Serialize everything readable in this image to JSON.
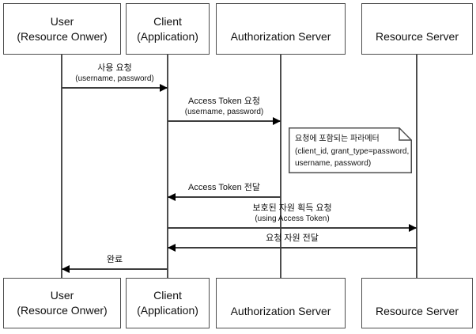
{
  "actors": [
    {
      "name": "User",
      "subtitle": "(Resource Onwer)"
    },
    {
      "name": "Client",
      "subtitle": "(Application)"
    },
    {
      "name": "Authorization Server",
      "subtitle": ""
    },
    {
      "name": "Resource Server",
      "subtitle": ""
    }
  ],
  "messages": [
    {
      "label": "사용 요청",
      "sublabel": "(username, password)",
      "from": "User",
      "to": "Client"
    },
    {
      "label": "Access Token 요청",
      "sublabel": "(username, password)",
      "from": "Client",
      "to": "Authorization Server"
    },
    {
      "label": "Access Token 전달",
      "sublabel": "",
      "from": "Authorization Server",
      "to": "Client"
    },
    {
      "label": "보호된 자원 획득 요청",
      "sublabel": "(using Access Token)",
      "from": "Client",
      "to": "Resource Server"
    },
    {
      "label": "요청 자원 전달",
      "sublabel": "",
      "from": "Resource Server",
      "to": "Client"
    },
    {
      "label": "완료",
      "sublabel": "",
      "from": "Client",
      "to": "User"
    }
  ],
  "note": {
    "lines": [
      "요청에 포함되는 파라메터",
      "(client_id, grant_type=password,",
      "username, password)"
    ]
  },
  "colors": {
    "line": "#4d4d4d",
    "message_line": "#3d3d3d",
    "arrow": "#000000",
    "text": "#111111",
    "background": "#ffffff"
  }
}
